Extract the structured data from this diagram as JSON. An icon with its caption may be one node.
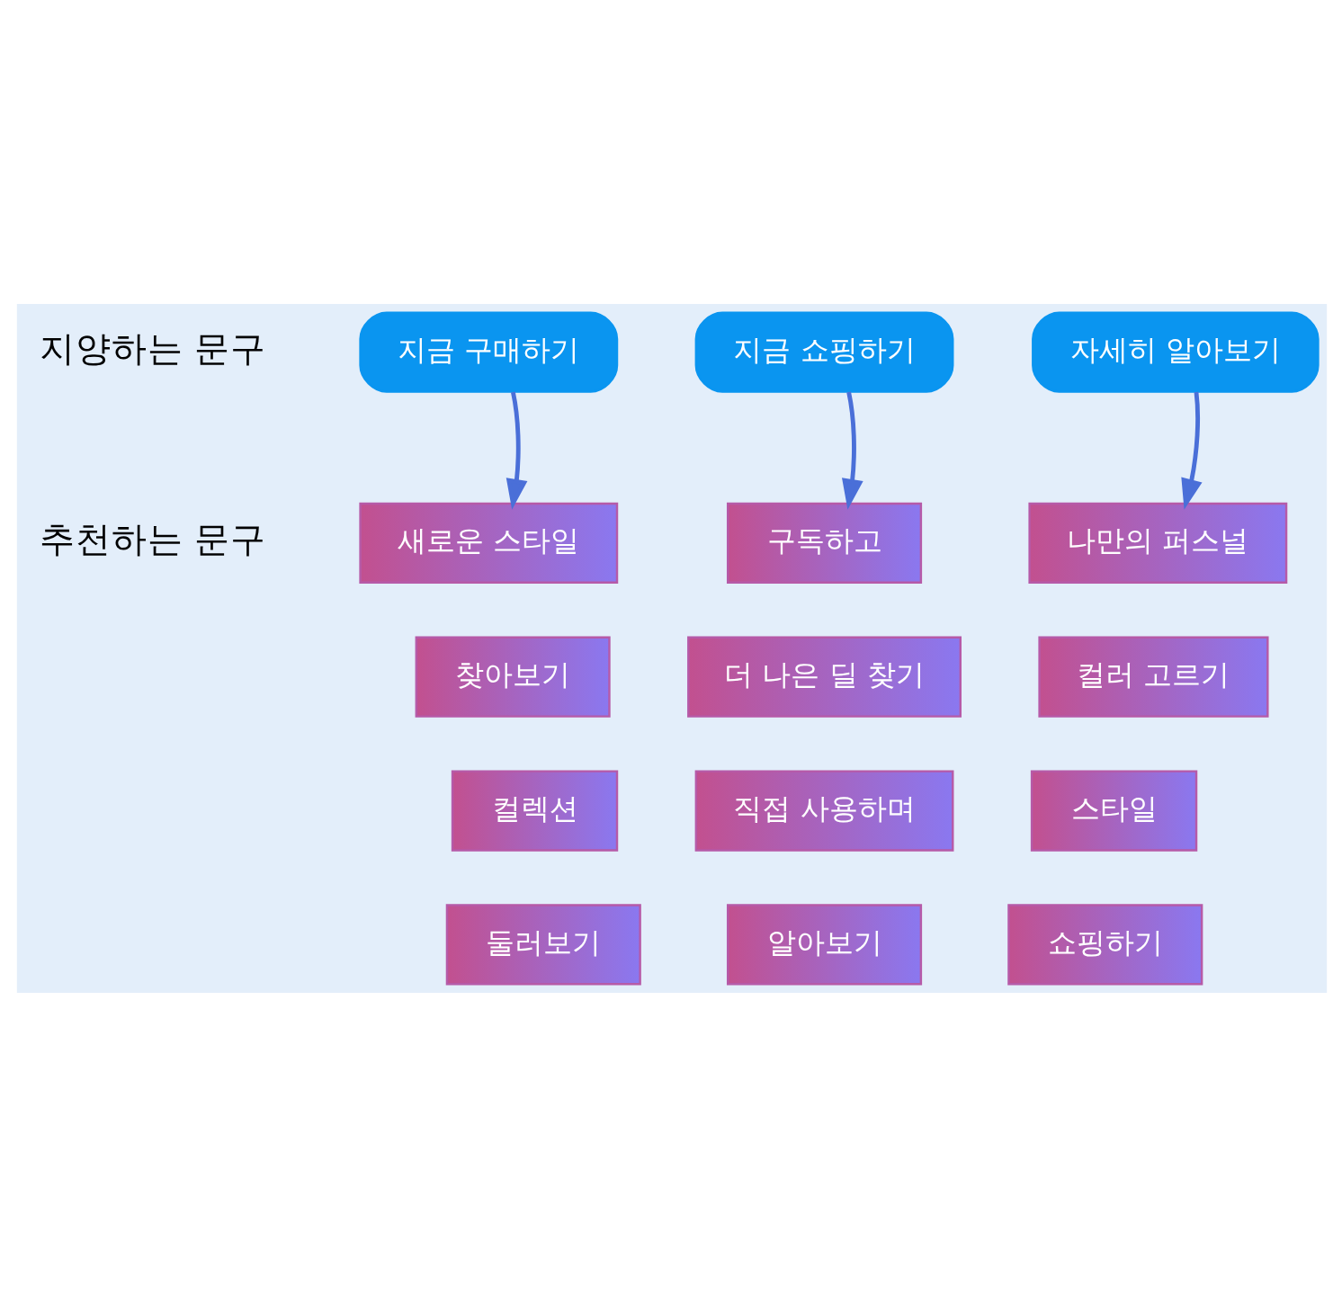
{
  "diagram": {
    "nodes": [
      {
        "text": [
          "지금 구매하기"
        ]
      },
      {
        "text": [
          "지금 쇼핑하기"
        ]
      },
      {
        "text": [
          "자세히 알아보기"
        ]
      },
      {
        "text": [
          "새로운 스타일"
        ]
      },
      {
        "text": [
          "구독하고"
        ]
      },
      {
        "text": [
          "나만의 퍼스널"
        ]
      },
      {
        "text": [
          "찾아보기"
        ]
      },
      {
        "text": [
          "더 나은 딜 찾기"
        ]
      },
      {
        "text": [
          "컬러 고르기"
        ]
      },
      {
        "text": [
          "컬렉션"
        ]
      },
      {
        "text": [
          "직접 사용하며"
        ]
      },
      {
        "text": [
          "스타일"
        ]
      },
      {
        "text": [
          "둘러보기"
        ]
      },
      {
        "text": [
          "알아보기"
        ]
      },
      {
        "text": [
          "쇼핑하기"
        ]
      }
    ],
    "edges": [
      {
        "from": 0,
        "to": 3,
        "arrow": "to"
      },
      {
        "from": 1,
        "to": 4,
        "arrow": "to"
      },
      {
        "from": 2,
        "to": 5,
        "arrow": "to"
      }
    ],
    "labels": [
      "지양하는 문구",
      "추천하는 문구"
    ]
  }
}
